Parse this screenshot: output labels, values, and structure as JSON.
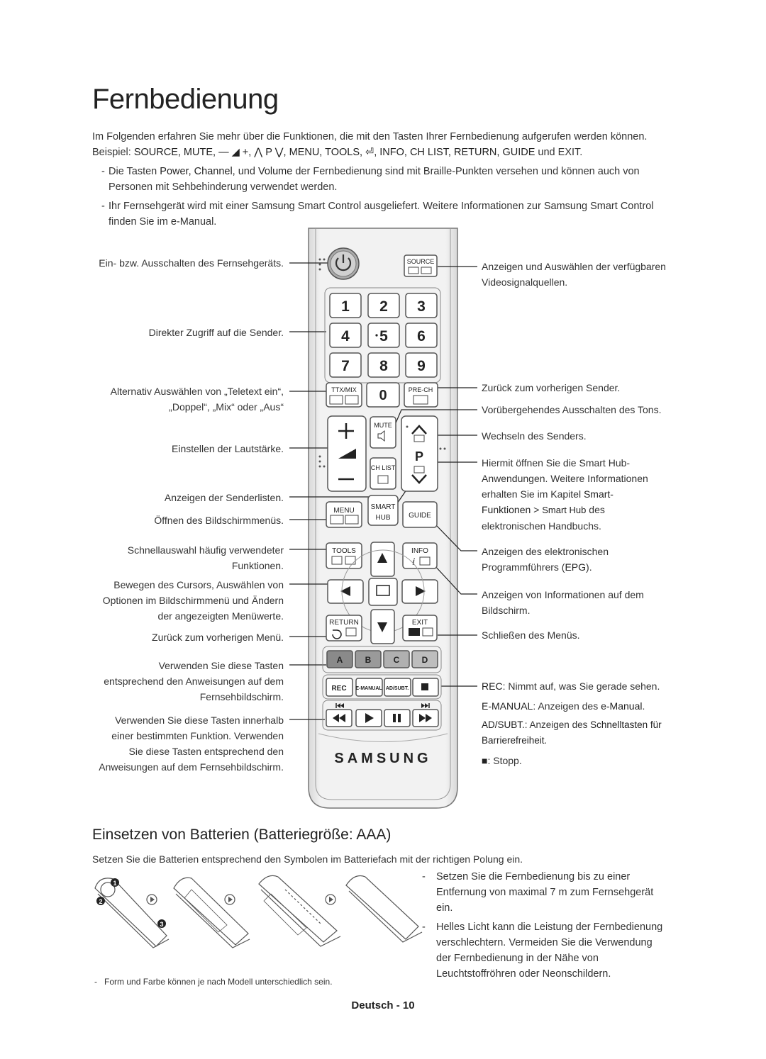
{
  "title": "Fernbedienung",
  "intro": {
    "line1": "Im Folgenden erfahren Sie mehr über die Funktionen, die mit den Tasten Ihrer Fernbedienung aufgerufen werden können.",
    "example_prefix": "Beispiel:",
    "example_keys": "SOURCE, MUTE, — ◢ +, ⋀ P ⋁, MENU, TOOLS, ⏎, INFO, CH LIST, RETURN, GUIDE",
    "example_und": "und",
    "example_exit": "EXIT",
    "example_end": "."
  },
  "notes": [
    {
      "dash": "-",
      "a": "Die Tasten",
      "k1": "Power",
      "b": ",",
      "k2": "Channel",
      "c": ", und",
      "k3": "Volume",
      "d": "der Fernbedienung sind mit Braille-Punkten versehen und können auch von",
      "e": "Personen mit Sehbehinderung verwendet werden."
    },
    {
      "dash": "-",
      "a": "Ihr Fernsehgerät wird mit einer Samsung Smart Control ausgeliefert. Weitere Informationen zur Samsung Smart Control",
      "e": "finden Sie im e-Manual."
    }
  ],
  "left_labels": [
    "Ein- bzw. Ausschalten des Fernsehgeräts.",
    "Direkter Zugriff auf die Sender.",
    "Alternativ Auswählen von „Teletext ein“,",
    "„Doppel“, „Mix“ oder „Aus“",
    "Einstellen der Lautstärke.",
    "Anzeigen der Senderlisten.",
    "Öffnen des Bildschirmmenüs.",
    "Schnellauswahl häufig verwendeter",
    "Funktionen.",
    "Bewegen des Cursors, Auswählen von",
    "Optionen im Bildschirmmenü und Ändern",
    "der angezeigten Menüwerte.",
    "Zurück zum vorherigen Menü.",
    "Verwenden Sie diese Tasten",
    "entsprechend den Anweisungen auf dem",
    "Fernsehbildschirm.",
    "Verwenden Sie diese Tasten innerhalb",
    "einer bestimmten Funktion. Verwenden",
    "Sie diese Tasten entsprechend den",
    "Anweisungen auf dem Fernsehbildschirm."
  ],
  "right_labels": {
    "source1": "Anzeigen und Auswählen der verfügbaren",
    "source2": "Videosignalquellen.",
    "prech": "Zurück zum vorherigen Sender.",
    "mute": "Vorübergehendes Ausschalten des Tons.",
    "channel": "Wechseln des Senders.",
    "hub1": "Hiermit öffnen Sie die Smart Hub-",
    "hub2": "Anwendungen. Weitere Informationen",
    "hub3a": "erhalten Sie im Kapitel",
    "hub3b": "Smart-",
    "hub4a": "Funktionen",
    "hub4b": ">",
    "hub4c": "Smart Hub",
    "hub4d": "des",
    "hub5": "elektronischen Handbuchs.",
    "guide1": "Anzeigen des elektronischen",
    "guide2a": "Programmführers (",
    "guide2b": "EPG",
    "guide2c": ").",
    "info1": "Anzeigen von Informationen auf dem",
    "info2": "Bildschirm.",
    "exit": "Schließen des Menüs.",
    "rec_k": "REC",
    "rec_t": ": Nimmt auf, was Sie gerade sehen.",
    "em_k": "E-MANUAL",
    "em_t": ": Anzeigen des",
    "em_k2": "e-Manual",
    "em_end": ".",
    "ad_k": "AD/SUBT.",
    "ad_t": ": Anzeigen des",
    "ad_k2": "Schnelltasten für",
    "ad_k3": "Barrierefreiheit",
    "ad_end": ".",
    "stop_sym": "■",
    "stop_t": ": Stopp."
  },
  "remote": {
    "source": "SOURCE",
    "digits": [
      "1",
      "2",
      "3",
      "4",
      "5",
      "6",
      "7",
      "8",
      "9"
    ],
    "ttx": "TTX/MIX",
    "zero": "0",
    "prech": "PRE-CH",
    "mute": "MUTE",
    "p": "P",
    "chlist": "CH LIST",
    "menu": "MENU",
    "smart": "SMART",
    "hub": "HUB",
    "guide": "GUIDE",
    "tools": "TOOLS",
    "info": "INFO",
    "return": "RETURN",
    "exit": "EXIT",
    "colors": [
      "A",
      "B",
      "C",
      "D"
    ],
    "rec": "REC",
    "emanual": "E-MANUAL",
    "adsubt": "AD/SUBT.",
    "brand": "SAMSUNG",
    "color_a": "#8a8a8a",
    "color_b": "#9a9a9a",
    "color_c": "#b0b0b0",
    "color_d": "#bdbdbd"
  },
  "battery": {
    "heading": "Einsetzen von Batterien (Batteriegröße: AAA)",
    "intro": "Setzen Sie die Batterien entsprechend den Symbolen im Batteriefach mit der richtigen Polung ein.",
    "steps": [
      "1",
      "2",
      "3"
    ],
    "bullets": [
      {
        "dash": "-",
        "l1": "Setzen Sie die Fernbedienung bis zu einer",
        "l2": "Entfernung von maximal 7 m zum Fernsehgerät",
        "l3": "ein."
      },
      {
        "dash": "-",
        "l1": "Helles Licht kann die Leistung der Fernbedienung",
        "l2": "verschlechtern. Vermeiden Sie die Verwendung",
        "l3": "der Fernbedienung in der Nähe von",
        "l4": "Leuchtstoffröhren oder Neonschildern."
      }
    ],
    "footnote_dash": "-",
    "footnote": "Form und Farbe können je nach Modell unterschiedlich sein."
  },
  "footer": "Deutsch - 10"
}
